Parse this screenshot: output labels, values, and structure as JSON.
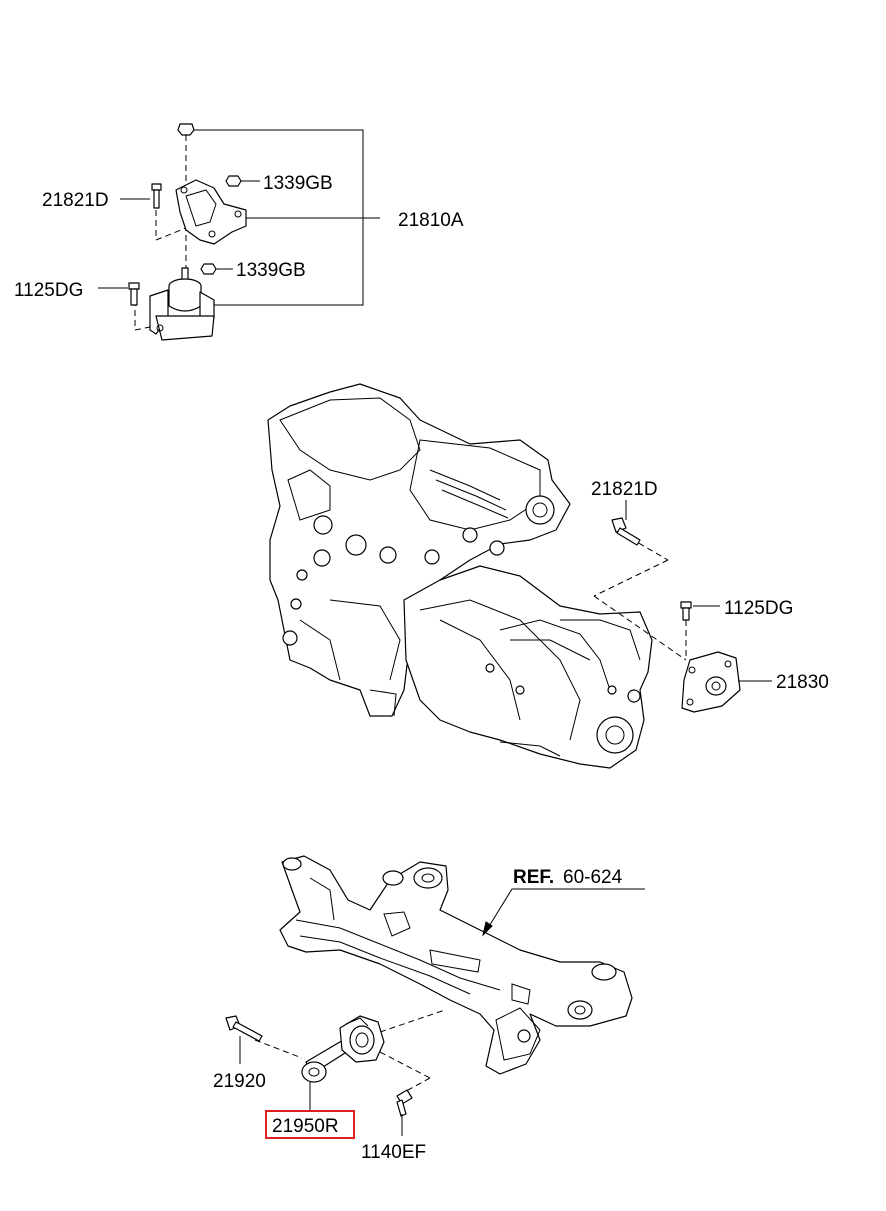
{
  "colors": {
    "highlight": "#e0201e",
    "line": "#000000",
    "background": "#ffffff"
  },
  "labels": {
    "top_bolt": "21821D",
    "top_nut_1": "1339GB",
    "top_bracket": "21810A",
    "top_nut_2": "1339GB",
    "top_bolt_2": "1125DG",
    "mid_bolt": "21821D",
    "mid_bolt_2": "1125DG",
    "mid_mount": "21830",
    "ref_bold": "REF.",
    "ref_num": "60-624",
    "bot_bolt": "21920",
    "bot_rod": "21950R",
    "bot_bolt_2": "1140EF"
  }
}
